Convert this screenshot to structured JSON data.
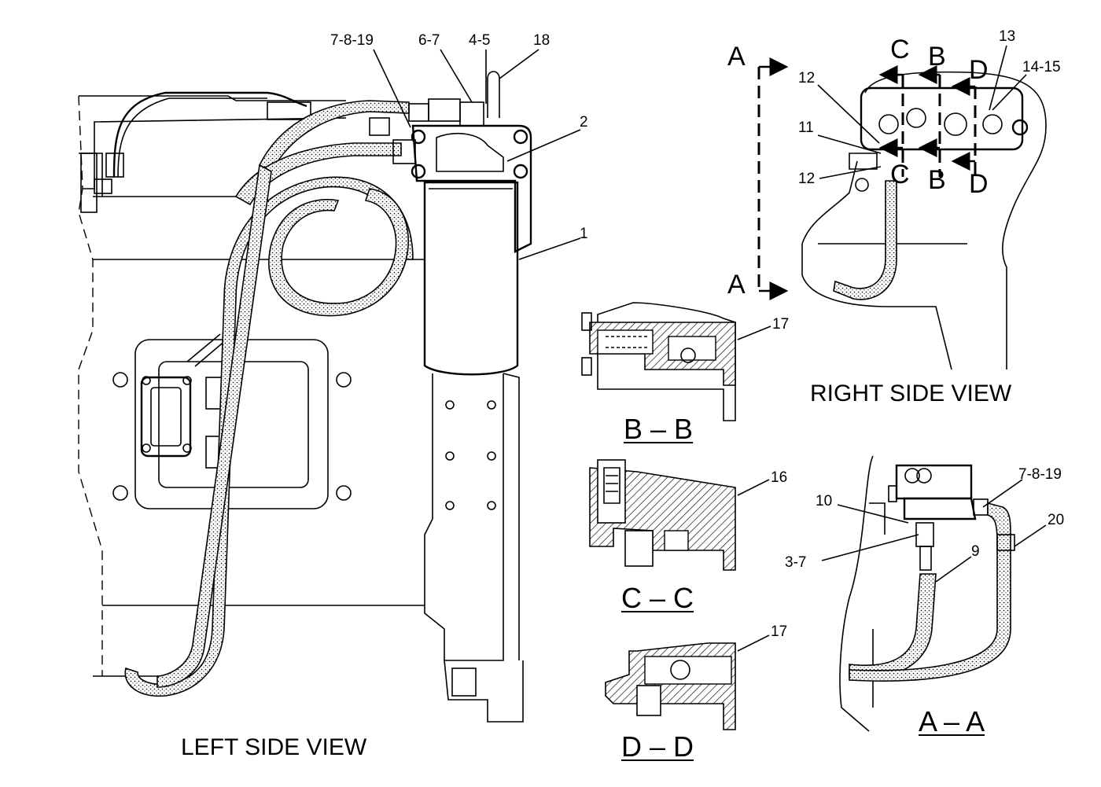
{
  "views": {
    "left": "LEFT SIDE VIEW",
    "right": "RIGHT SIDE VIEW"
  },
  "sections": {
    "bb": "B – B",
    "cc": "C – C",
    "dd": "D – D",
    "aa": "A – A"
  },
  "section_markers": {
    "a_top": "A",
    "a_bottom": "A",
    "c_top": "C",
    "b_top": "B",
    "d_top": "D",
    "c_bottom": "C",
    "b_bottom": "B",
    "d_bottom": "D"
  },
  "callouts": {
    "c_7_8_19_left": "7-8-19",
    "c_6_7": "6-7",
    "c_4_5": "4-5",
    "c_18": "18",
    "c_2": "2",
    "c_1": "1",
    "c_13": "13",
    "c_14_15": "14-15",
    "c_12_top": "12",
    "c_11": "11",
    "c_12_bottom": "12",
    "c_17_bb": "17",
    "c_16": "16",
    "c_17_dd": "17",
    "c_7_8_19_right": "7-8-19",
    "c_10": "10",
    "c_20": "20",
    "c_3_7": "3-7",
    "c_9": "9"
  }
}
